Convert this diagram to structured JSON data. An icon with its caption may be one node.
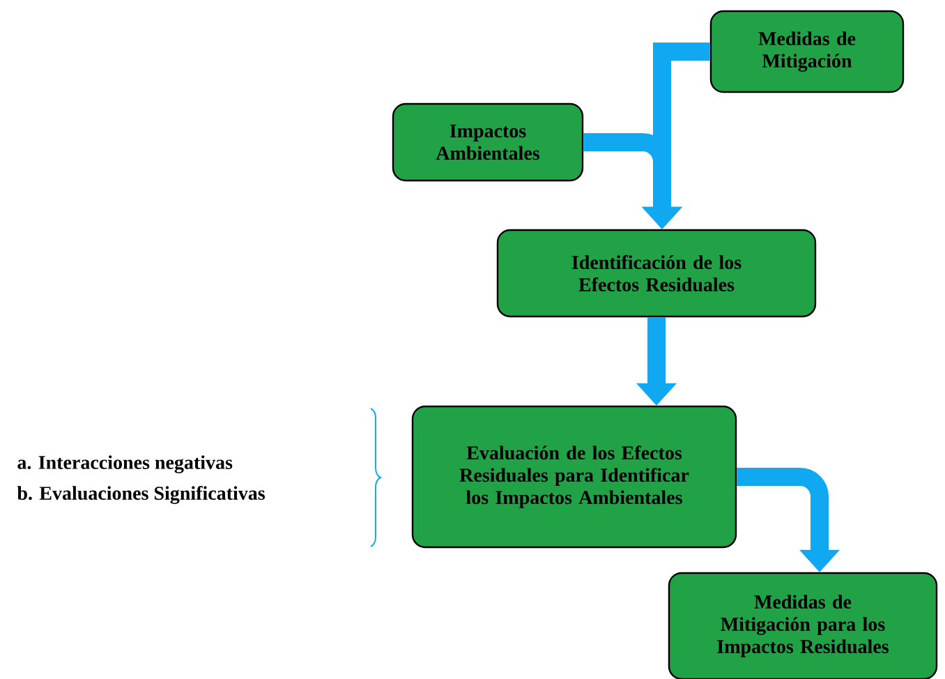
{
  "diagram": {
    "nodes": [
      {
        "text": [
          "Medidas de Mitigación"
        ]
      },
      {
        "text": [
          "Impactos Ambientales"
        ]
      },
      {
        "text": [
          "Identificación de los Efectos Residuales"
        ]
      },
      {
        "text": [
          "Evaluación de los Efectos Residuales para Identificar los Impactos Ambientales"
        ]
      },
      {
        "text": [
          "Medidas de Mitigación para los Impactos Residuales"
        ]
      }
    ],
    "edges": [
      {
        "from": 0,
        "to": 2,
        "arrow": "to"
      },
      {
        "from": 1,
        "to": 2,
        "arrow": "to"
      },
      {
        "from": 2,
        "to": 3,
        "arrow": "to"
      },
      {
        "from": 3,
        "to": 4,
        "arrow": "to"
      }
    ],
    "labels": [
      "a. Interacciones negativas",
      "b. Evaluaciones Significativas"
    ]
  }
}
